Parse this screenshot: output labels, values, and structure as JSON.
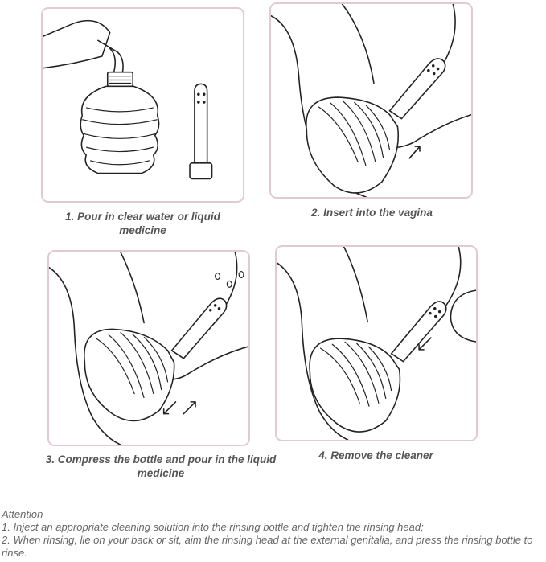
{
  "steps": [
    {
      "caption": "1. Pour in clear water or liquid medicine"
    },
    {
      "caption": "2. Insert into the vagina"
    },
    {
      "caption": "3. Compress the bottle and pour in the liquid medicine"
    },
    {
      "caption": "4. Remove the cleaner"
    }
  ],
  "attention": {
    "title": "Attention",
    "lines": [
      "1. Inject an appropriate cleaning solution into the rinsing bottle and tighten the rinsing head;",
      "2. When rinsing, lie on your back or sit, aim the rinsing head at the external genitalia, and press the rinsing bottle to rinse."
    ]
  },
  "colors": {
    "panel_border": "#e3c9d2",
    "line_art": "#222222",
    "caption_text": "#555555"
  }
}
